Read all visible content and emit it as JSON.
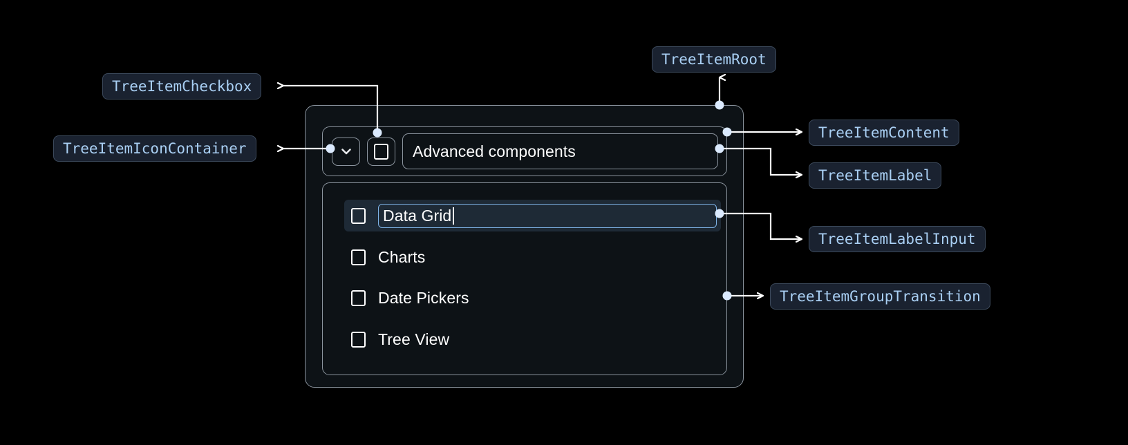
{
  "page": {
    "background": "#000000",
    "accent_blue": "#a9cff3",
    "focus_blue": "#7fb4e8",
    "border_gray": "#8b949e",
    "surface": "#0d1216",
    "selected_row": "#1e2a36"
  },
  "tree": {
    "root": {
      "expand_icon": "chevron-down-icon",
      "checkbox": "checkbox-icon",
      "label": "Advanced components"
    },
    "children": [
      {
        "checkbox": "checkbox-icon",
        "label": "Data Grid",
        "editing": true,
        "selected": true
      },
      {
        "checkbox": "checkbox-icon",
        "label": "Charts",
        "editing": false,
        "selected": false
      },
      {
        "checkbox": "checkbox-icon",
        "label": "Date Pickers",
        "editing": false,
        "selected": false
      },
      {
        "checkbox": "checkbox-icon",
        "label": "Tree View",
        "editing": false,
        "selected": false
      }
    ]
  },
  "annotations": [
    {
      "id": "tree-item-checkbox",
      "text": "TreeItemCheckbox"
    },
    {
      "id": "tree-item-icon-container",
      "text": "TreeItemIconContainer"
    },
    {
      "id": "tree-item-root",
      "text": "TreeItemRoot"
    },
    {
      "id": "tree-item-content",
      "text": "TreeItemContent"
    },
    {
      "id": "tree-item-label",
      "text": "TreeItemLabel"
    },
    {
      "id": "tree-item-label-input",
      "text": "TreeItemLabelInput"
    },
    {
      "id": "tree-item-group-transition",
      "text": "TreeItemGroupTransition"
    }
  ]
}
